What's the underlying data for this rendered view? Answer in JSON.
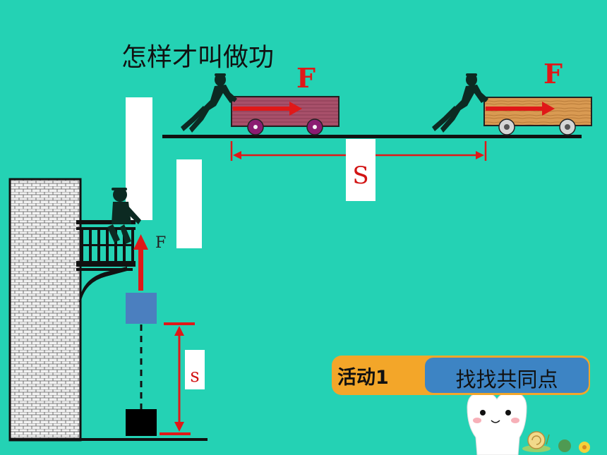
{
  "title": "怎样才叫做功",
  "labels": {
    "force_cart1": "F",
    "force_cart2": "F",
    "force_lift": "F",
    "distance_horizontal": "S",
    "distance_vertical": "s"
  },
  "activity": {
    "label": "活动1",
    "title": "找找共同点"
  },
  "colors": {
    "background": "#24d2b4",
    "arrow": "#e01818",
    "activity_orange": "#f3a629",
    "activity_blue": "#3d84c4"
  }
}
